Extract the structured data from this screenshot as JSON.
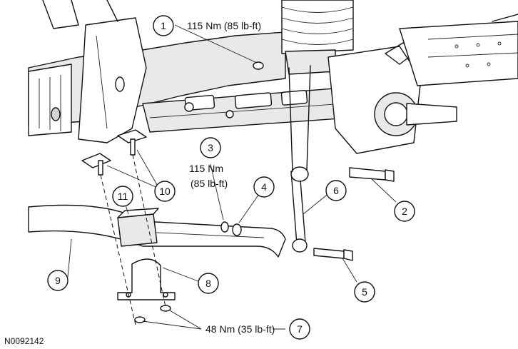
{
  "figure_code": "N0092142",
  "callouts": [
    {
      "id": "1",
      "number": "1",
      "torque": "115 Nm (85 lb-ft)"
    },
    {
      "id": "2",
      "number": "2"
    },
    {
      "id": "3",
      "number": "3",
      "torque_line1": "115 Nm",
      "torque_line2": "(85 lb-ft)"
    },
    {
      "id": "4",
      "number": "4"
    },
    {
      "id": "5",
      "number": "5"
    },
    {
      "id": "6",
      "number": "6"
    },
    {
      "id": "7",
      "number": "7",
      "torque": "48 Nm (35 lb-ft)"
    },
    {
      "id": "8",
      "number": "8"
    },
    {
      "id": "9",
      "number": "9"
    },
    {
      "id": "10",
      "number": "10"
    },
    {
      "id": "11",
      "number": "11"
    }
  ]
}
